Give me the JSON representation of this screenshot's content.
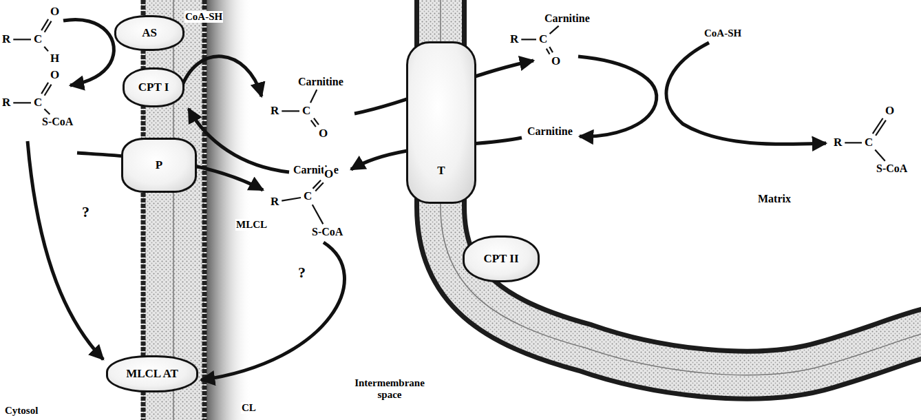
{
  "diagram": {
    "nodes": [
      {
        "text": [
          "AS"
        ]
      },
      {
        "text": [
          "CPT I"
        ]
      },
      {
        "text": [
          "P"
        ]
      },
      {
        "text": [
          "MLCL AT"
        ]
      },
      {
        "text": [
          "T"
        ]
      },
      {
        "text": [
          "CPT II"
        ]
      }
    ],
    "labels": [
      "R",
      "C",
      "O",
      "H",
      "R",
      "C",
      "O",
      "S-CoA",
      "CoA-SH",
      "Carnitine",
      "R",
      "C",
      "O",
      "Carnitine",
      "R",
      "C",
      "O",
      "S-CoA",
      "?",
      "?",
      "MLCL",
      "CL",
      "Cytosol",
      "Intermembrane space",
      "Carnitine",
      "R",
      "C",
      "O",
      "Carnitine",
      "CoA-SH",
      "R",
      "C",
      "O",
      "S-CoA",
      "Matrix"
    ]
  }
}
